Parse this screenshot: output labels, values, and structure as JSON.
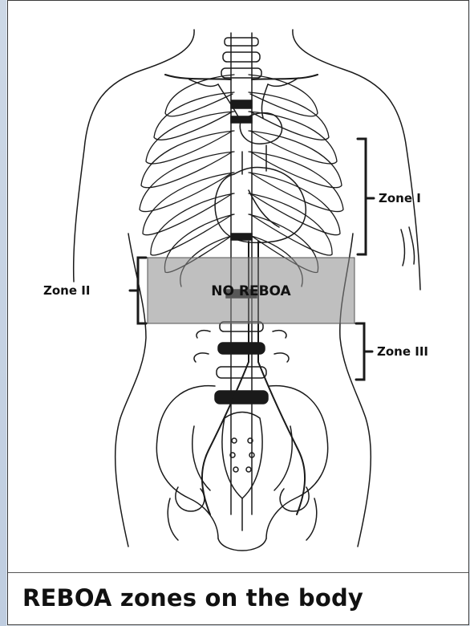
{
  "caption": "REBOA zones on the body",
  "zones": {
    "zone1": "Zone I",
    "zone2": "Zone II",
    "zone3": "Zone III"
  },
  "no_zone_label": "NO REBOA",
  "colors": {
    "shade": "#8a8a8a",
    "line": "#1a1a1a",
    "frame": "#3a3a3a",
    "background": "#dfe6ef"
  },
  "icons": {
    "anatomy": "torso-skeleton-illustration"
  }
}
